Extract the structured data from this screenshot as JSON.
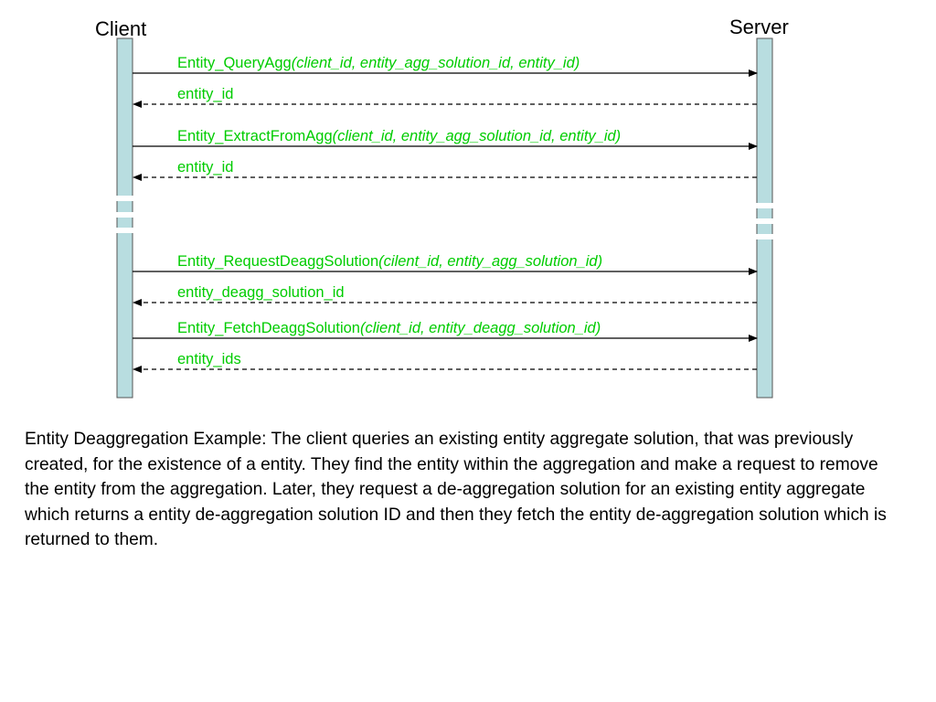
{
  "colors": {
    "lifeline_fill": "#b8dde0",
    "lifeline_stroke": "#555555",
    "message_text": "#00cc00",
    "arrow": "#000000"
  },
  "actors": {
    "client": "Client",
    "server": "Server"
  },
  "messages": [
    {
      "direction": "request",
      "name": "Entity_QueryAgg",
      "params": "(client_id, entity_agg_solution_id, entity_id)"
    },
    {
      "direction": "response",
      "name": "entity_id",
      "params": ""
    },
    {
      "direction": "request",
      "name": "Entity_ExtractFromAgg",
      "params": "(client_id, entity_agg_solution_id, entity_id)"
    },
    {
      "direction": "response",
      "name": "entity_id",
      "params": ""
    },
    {
      "direction": "request",
      "name": "Entity_RequestDeaggSolution",
      "params": "(cilent_id, entity_agg_solution_id)"
    },
    {
      "direction": "response",
      "name": "entity_deagg_solution_id",
      "params": ""
    },
    {
      "direction": "request",
      "name": "Entity_FetchDeaggSolution",
      "params": "(client_id, entity_deagg_solution_id)"
    },
    {
      "direction": "response",
      "name": "entity_ids",
      "params": ""
    }
  ],
  "caption": "Entity Deaggregation Example:  The client queries an existing entity aggregate solution, that was previously created, for the existence of a entity.  They find the entity within the aggregation and make a request to remove the entity from the aggregation.  Later, they request a de-aggregation solution for an existing entity aggregate which returns a entity de-aggregation solution ID and then they fetch the entity de-aggregation solution which is returned to them."
}
